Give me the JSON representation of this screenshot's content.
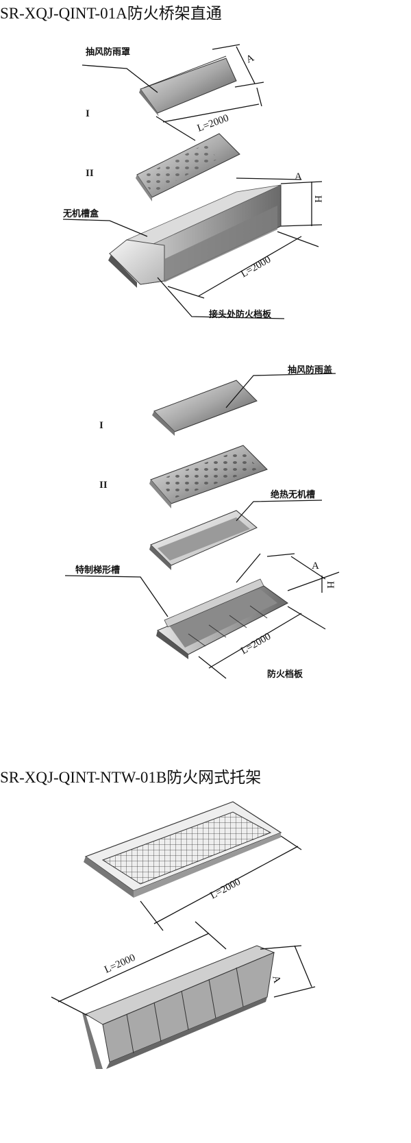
{
  "sections": [
    {
      "title": "SR-XQJ-QINT-01A防火桥架直通",
      "diagram_a": {
        "labels": {
          "cover": "抽风防雨罩",
          "roman_1": "I",
          "roman_2": "II",
          "tray_box": "无机槽盒",
          "joint_plate": "接头处防火档板"
        },
        "dims": {
          "width": "A",
          "height": "H",
          "length_top": "L=2000",
          "length_bottom": "L=2000"
        }
      },
      "diagram_b": {
        "labels": {
          "cover": "抽风防雨盖",
          "roman_1": "I",
          "roman_2": "II",
          "insulated_trough": "绝热无机槽",
          "ladder_trough": "特制梯形槽",
          "fire_plate": "防火档板"
        },
        "dims": {
          "width": "A",
          "height": "H",
          "length": "L=2000"
        }
      }
    },
    {
      "title": "SR-XQJ-QINT-NTW-01B防火网式托架",
      "diagram_c": {
        "dims": {
          "length_top": "L=2000",
          "length_bottom": "L=2000",
          "width": "A"
        }
      }
    }
  ]
}
